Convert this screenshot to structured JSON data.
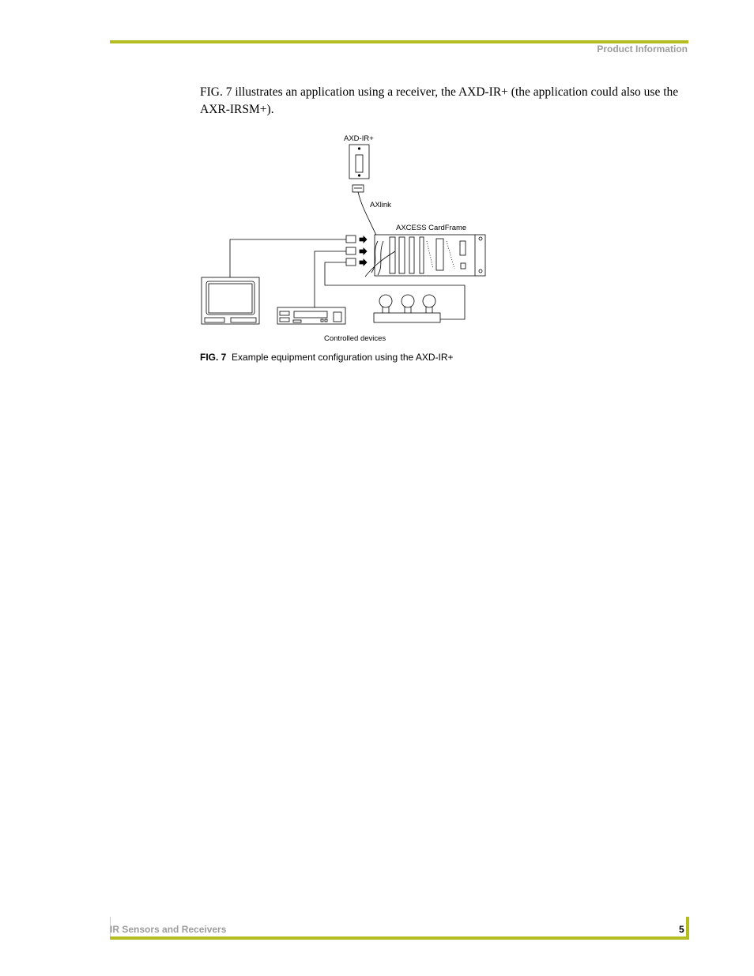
{
  "header": {
    "section_title": "Product Information"
  },
  "body": {
    "paragraph": "FIG. 7 illustrates an application using a receiver, the AXD-IR+ (the application could also use the AXR-IRSM+)."
  },
  "figure": {
    "labels": {
      "device": "AXD-IR+",
      "link": "AXlink",
      "cardframe": "AXCESS CardFrame",
      "controlled": "Controlled devices"
    },
    "caption_number": "FIG. 7",
    "caption_text": "Example equipment configuration using the AXD-IR+"
  },
  "footer": {
    "doc_title": "IR Sensors and Receivers",
    "page": "5"
  }
}
